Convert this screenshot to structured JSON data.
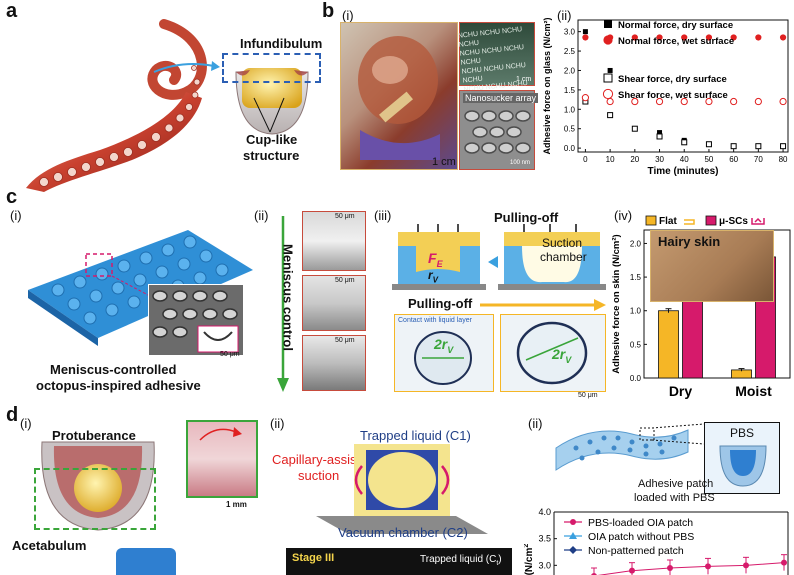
{
  "panel_a": {
    "label": "a",
    "infundibulum": "Infundibulum",
    "cup_like": "Cup-like",
    "structure": "structure"
  },
  "panel_b": {
    "label": "b",
    "sub_i": "(i)",
    "sub_ii": "(ii)",
    "scale_left": "1 cm",
    "scale_topright": "1 cm",
    "nanosucker": "Nanosucker array",
    "scale_nano": "100 nm",
    "nchu_text": "NCHU NCHU NCHU NCHU"
  },
  "panel_c": {
    "label": "c",
    "sub_i": "(i)",
    "sub_ii": "(ii)",
    "sub_iii": "(iii)",
    "sub_iv": "(iv)",
    "caption_1": "Meniscus-controlled",
    "caption_2": "octopus-inspired adhesive",
    "scale_i": "50 μm",
    "meniscus": "Meniscus control",
    "scale_ii_1": "50 μm",
    "scale_ii_2": "50 μm",
    "scale_ii_3": "50 μm",
    "pulling_off_top": "Pulling-off",
    "suction_1": "Suction",
    "suction_2": "chamber",
    "fe": "F",
    "fe_sub": "E",
    "rv": "r",
    "rv_sub": "V",
    "pulling_off_mid": "Pulling-off",
    "contact": "Contact with liquid layer",
    "two_rv": "2r",
    "two_rv_sub": "V",
    "scale_iii": "50 μm",
    "hairy_skin": "Hairy skin"
  },
  "panel_d": {
    "label": "d",
    "sub_i": "(i)",
    "sub_ii": "(ii)",
    "sub_ii_b": "(ii)",
    "protuberance": "Protuberance",
    "acetabulum": "Acetabulum",
    "scale_1mm": "1 mm",
    "trapped": "Trapped liquid (C1)",
    "capillary_1": "Capillary-assisted",
    "capillary_2": "suction",
    "vacuum": "Vacuum chamber (C2)",
    "stage": "Stage III",
    "trapped_ct": "Trapped liquid (C",
    "trapped_ct_sub": "t",
    "pbs": "PBS",
    "patch_1": "Adhesive patch",
    "patch_2": "loaded with PBS",
    "ylabel_frag": "n (N/cm",
    "ylabel_frag_sup": "2",
    "legend": [
      "PBS-loaded OIA patch",
      "OIA patch without PBS",
      "Non-patterned patch"
    ]
  },
  "colors": {
    "dash_blue": "#2b5fb4",
    "dash_green": "#3aa53a",
    "magenta": "#d61a6b",
    "flat_yellow": "#f5b626",
    "red": "#e02020",
    "skyblue": "#3aa0df",
    "navy": "#1f3e86"
  },
  "chart_data": [
    {
      "type": "scatter",
      "title": "",
      "xlabel": "Time (minutes)",
      "ylabel": "Adhesive force on glass (N/cm²)",
      "xlim": [
        -3,
        82
      ],
      "ylim": [
        -0.1,
        3.3
      ],
      "xticks": [
        0,
        10,
        20,
        30,
        40,
        50,
        60,
        70,
        80
      ],
      "yticks": [
        0.0,
        0.5,
        1.0,
        1.5,
        2.0,
        2.5,
        3.0
      ],
      "xtick_labels": [
        "0",
        "10",
        "20",
        "30",
        "40",
        "50",
        "60",
        "70",
        "80"
      ],
      "ytick_labels": [
        "0.0",
        "0.5",
        "1.0",
        "1.5",
        "2.0",
        "2.5",
        "3.0"
      ],
      "x": [
        0,
        10,
        20,
        30,
        40,
        50,
        60,
        70,
        80
      ],
      "series": [
        {
          "name": "Normal force, dry surface",
          "marker": "filled-square",
          "color": "#000000",
          "values": [
            3.0,
            2.0,
            1.2,
            0.4,
            0.2,
            0.1,
            0.05,
            0.05,
            0.05
          ]
        },
        {
          "name": "Normal force, wet surface",
          "marker": "filled-circle",
          "color": "#e02020",
          "values": [
            2.85,
            2.85,
            2.85,
            2.85,
            2.85,
            2.85,
            2.85,
            2.85,
            2.85
          ]
        },
        {
          "name": "Shear force, dry surface",
          "marker": "open-square",
          "color": "#000000",
          "values": [
            1.2,
            0.85,
            0.5,
            0.3,
            0.15,
            0.1,
            0.05,
            0.05,
            0.05
          ]
        },
        {
          "name": "Shear force, wet surface",
          "marker": "open-circle",
          "color": "#e02020",
          "values": [
            1.3,
            1.2,
            1.2,
            1.2,
            1.2,
            1.2,
            1.2,
            1.2,
            1.2
          ]
        }
      ],
      "legend": "top-right"
    },
    {
      "type": "bar",
      "title": "",
      "xlabel": "",
      "ylabel": "Adhesive force on skin (N/cm²)",
      "ylim": [
        0,
        2.2
      ],
      "yticks": [
        0.0,
        0.5,
        1.0,
        1.5,
        2.0
      ],
      "ytick_labels": [
        "0.0",
        "0.5",
        "1.0",
        "1.5",
        "2.0"
      ],
      "categories": [
        "Dry",
        "Moist"
      ],
      "series": [
        {
          "name": "Flat",
          "color": "#f5b626",
          "values": [
            1.0,
            0.12
          ],
          "errors": [
            0.03,
            0.02
          ]
        },
        {
          "name": "μ-SCs",
          "color": "#d61a6b",
          "values": [
            1.55,
            1.8
          ],
          "errors": [
            0.1,
            0.06
          ]
        }
      ],
      "legend": "top"
    },
    {
      "type": "line",
      "title": "",
      "xlabel": "",
      "ylabel": "n (N/cm²)",
      "ylim": [
        2.5,
        4.0
      ],
      "yticks": [
        3.0,
        3.5,
        4.0
      ],
      "ytick_labels": [
        "3.0",
        "3.5",
        "4.0"
      ],
      "x": [
        1,
        2,
        3,
        4,
        5,
        6
      ],
      "series": [
        {
          "name": "PBS-loaded OIA patch",
          "color": "#d61a6b",
          "values": [
            2.8,
            2.9,
            2.95,
            2.98,
            3.0,
            3.05
          ],
          "errors": [
            0.15,
            0.15,
            0.15,
            0.15,
            0.15,
            0.15
          ]
        }
      ],
      "legend": "top-left"
    }
  ]
}
